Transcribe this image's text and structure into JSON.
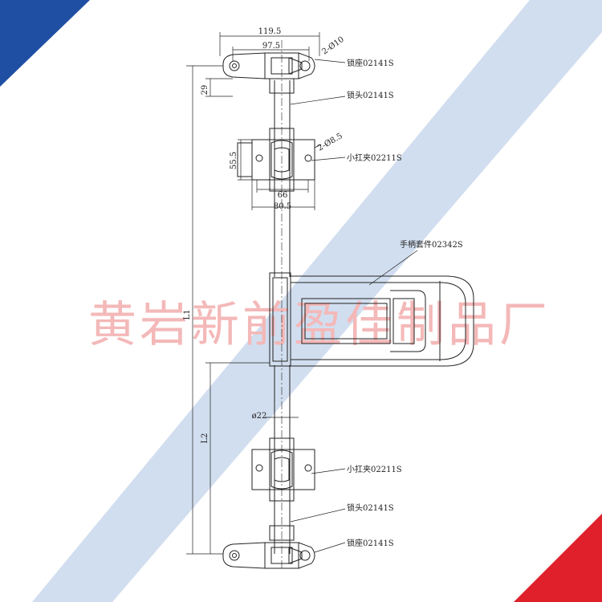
{
  "diagram": {
    "colors": {
      "corner_blue": "#1f4fa3",
      "corner_red": "#e0202a",
      "band": "#c9d8ec",
      "watermark": "#f4b8b8",
      "line": "#222222"
    },
    "watermark": "黄岩新前盈佳制品厂",
    "dimensions": {
      "top_outer": "119.5",
      "top_inner": "97.5",
      "hole_top": "2-Ø10",
      "seat_height": "29",
      "clamp_height": "55.5",
      "hole_clamp": "2-Ø8.5",
      "clamp_inner": "66",
      "clamp_outer": "80.5",
      "rod_dia": "ø22",
      "total_len": "L1",
      "lower_len": "L2"
    },
    "labels": {
      "seat_top": "锁座02141S",
      "head_top": "锁头02141S",
      "clamp_top": "小扛夹02211S",
      "handle": "手柄套件02342S",
      "clamp_bottom": "小扛夹02211S",
      "head_bottom": "锁头02141S",
      "seat_bottom": "锁座02141S"
    }
  }
}
